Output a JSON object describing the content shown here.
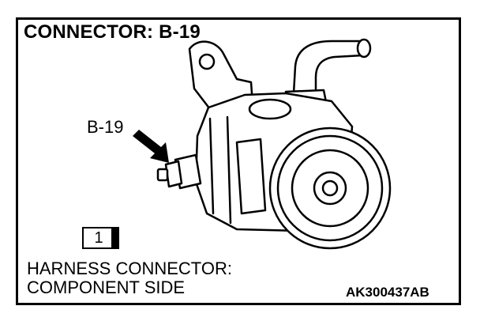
{
  "title": "CONNECTOR: B-19",
  "callout_label": "B-19",
  "connector_number": "1",
  "caption_line1": "HARNESS CONNECTOR:",
  "caption_line2": "COMPONENT SIDE",
  "figure_code": "AK300437AB"
}
